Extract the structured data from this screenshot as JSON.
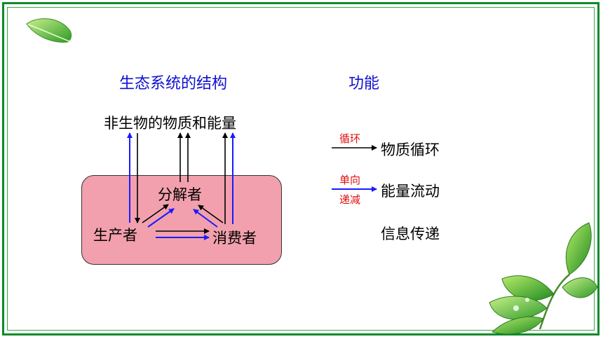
{
  "titles": {
    "structure": "生态系统的结构",
    "function": "功能"
  },
  "nodes": {
    "abiotic": "非生物的物质和能量",
    "decomposer": "分解者",
    "producer": "生产者",
    "consumer": "消费者"
  },
  "functions": {
    "material_cycle": "物质循环",
    "energy_flow": "能量流动",
    "info_transfer": "信息传递"
  },
  "labels": {
    "cycle": "循环",
    "one_way": "单向",
    "decreasing": "递减"
  },
  "colors": {
    "border_green": "#0e8a2a",
    "title_blue": "#1010d0",
    "arrow_blue": "#1a1aff",
    "label_red": "#e01010",
    "box_pink": "#f2a0ad"
  },
  "icons": [
    "leaf-icon-top-left",
    "leaves-icon-bottom-right"
  ]
}
